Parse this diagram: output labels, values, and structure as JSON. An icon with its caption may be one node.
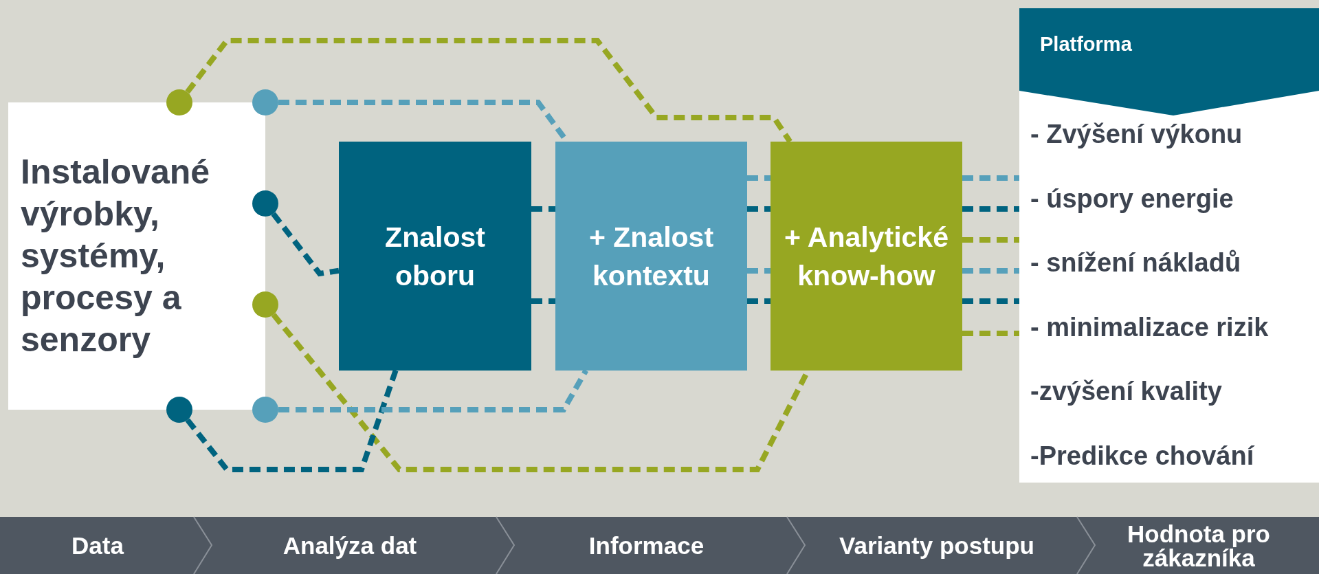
{
  "diagram": {
    "nodes": [
      {
        "text": [
          "Instalované výrobky, systémy, procesy a senzory"
        ]
      },
      {
        "text": [],
        "shape": "circle"
      },
      {
        "text": [],
        "shape": "circle"
      },
      {
        "text": [],
        "shape": "circle"
      },
      {
        "text": [],
        "shape": "circle"
      },
      {
        "text": [],
        "shape": "circle"
      },
      {
        "text": [],
        "shape": "circle"
      },
      {
        "text": [
          "Znalost oboru"
        ]
      },
      {
        "text": [
          "+ Znalost kontextu"
        ]
      },
      {
        "text": [
          "+ Analytické know-how"
        ]
      },
      {
        "text": [
          "Platforma",
          "- Zvýšení výkonu",
          "- úspory energie",
          "- snížení nákladů",
          "- minimalizace rizik",
          "-zvýšení kvality",
          "-Predikce chování"
        ]
      },
      {
        "text": [
          "Data"
        ]
      },
      {
        "text": [
          "Analýza dat"
        ]
      },
      {
        "text": [
          "Informace"
        ]
      },
      {
        "text": [
          "Varianty postupu"
        ]
      },
      {
        "text": [
          "Hodnota pro zákazníka"
        ]
      }
    ],
    "edges": [
      {
        "from": 1,
        "to": 9,
        "arrow": "none",
        "style": "dashed",
        "color": "#97a722"
      },
      {
        "from": 2,
        "to": 8,
        "arrow": "none",
        "style": "dashed",
        "color": "#56a0ba"
      },
      {
        "from": 3,
        "to": 7,
        "arrow": "none",
        "style": "dashed",
        "color": "#00637f"
      },
      {
        "from": 4,
        "to": 9,
        "arrow": "none",
        "style": "dashed",
        "color": "#97a722"
      },
      {
        "from": 5,
        "to": 7,
        "arrow": "none",
        "style": "dashed",
        "color": "#00637f"
      },
      {
        "from": 6,
        "to": 8,
        "arrow": "none",
        "style": "dashed",
        "color": "#56a0ba"
      },
      {
        "from": 7,
        "to": 8,
        "arrow": "none",
        "style": "dashed",
        "color": "#00637f"
      },
      {
        "from": 7,
        "to": 8,
        "arrow": "none",
        "style": "dashed",
        "color": "#00637f"
      },
      {
        "from": 8,
        "to": 9,
        "arrow": "none",
        "style": "dashed",
        "color": "#56a0ba"
      },
      {
        "from": 8,
        "to": 9,
        "arrow": "none",
        "style": "dashed",
        "color": "#00637f"
      },
      {
        "from": 8,
        "to": 9,
        "arrow": "none",
        "style": "dashed",
        "color": "#56a0ba"
      },
      {
        "from": 8,
        "to": 9,
        "arrow": "none",
        "style": "dashed",
        "color": "#00637f"
      },
      {
        "from": 9,
        "to": 10,
        "arrow": "none",
        "style": "dashed",
        "color": "#56a0ba"
      },
      {
        "from": 9,
        "to": 10,
        "arrow": "none",
        "style": "dashed",
        "color": "#00637f"
      },
      {
        "from": 9,
        "to": 10,
        "arrow": "none",
        "style": "dashed",
        "color": "#97a722"
      },
      {
        "from": 9,
        "to": 10,
        "arrow": "none",
        "style": "dashed",
        "color": "#56a0ba"
      },
      {
        "from": 9,
        "to": 10,
        "arrow": "none",
        "style": "dashed",
        "color": "#00637f"
      },
      {
        "from": 9,
        "to": 10,
        "arrow": "none",
        "style": "dashed",
        "color": "#97a722"
      }
    ]
  }
}
